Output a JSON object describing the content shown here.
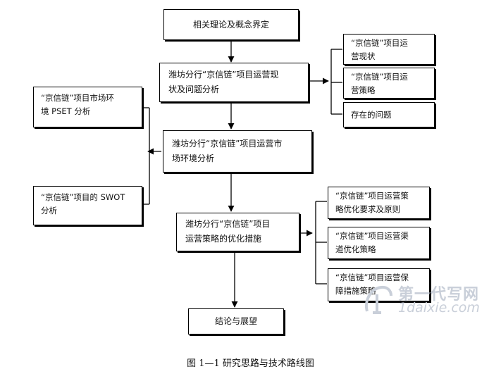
{
  "nodes": {
    "concept_definition": "相关理论及概念界定",
    "status_analysis": "潍坊分行“京信链”项目运营现\n状及问题分析",
    "status_current": "“京信链”项目运\n营现状",
    "status_strategy": "“京信链”项目运\n营策略",
    "status_problems": "存在的问题",
    "market_analysis": "潍坊分行“京信链”项目运营市\n场环境分析",
    "pset_analysis": "“京信链”项目市场环\n境 PSET 分析",
    "swot_analysis": "“京信链”项目的 SWOT\n分析",
    "strategy_optimization": "潍坊分行“京信链”项目\n运营策略的优化措施",
    "opt_requirements": "“京信链”项目运营策\n略优化要求及原则",
    "opt_channel": "“京信链”项目运营渠\n道优化策略",
    "opt_guarantee": "“京信链”项目运营保\n障措施策略",
    "conclusion": "结论与展望"
  },
  "caption": "图 1—1 研究思路与技术路线图",
  "watermark": {
    "brand": "第一代写网",
    "url": "1daixie.com"
  },
  "colors": {
    "line": "#000000",
    "watermark": "#c9cfd9"
  }
}
